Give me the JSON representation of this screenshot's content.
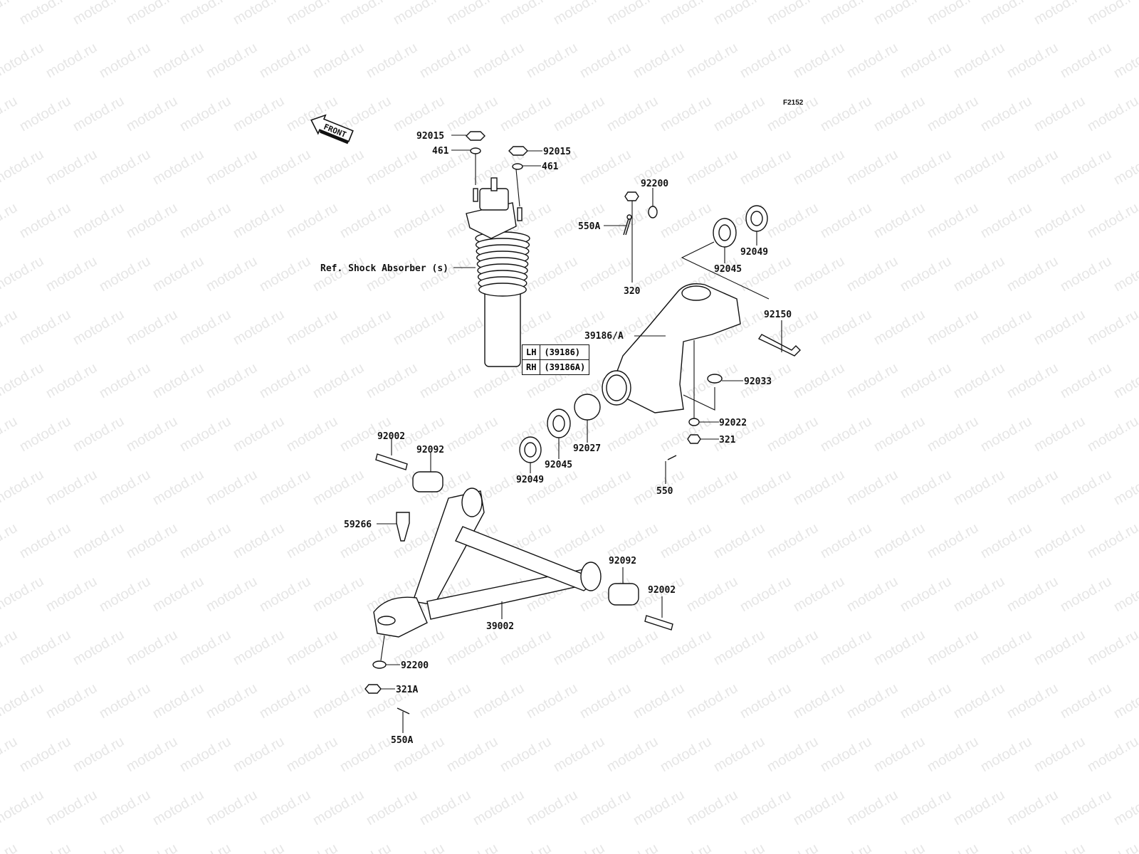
{
  "figure_code": "F2152",
  "front_arrow": {
    "label": "FRONT",
    "icon": "front-arrow-icon"
  },
  "watermark": "motod.ru",
  "reference_note": "Ref. Shock Absorber (s)",
  "variant_table": [
    {
      "side": "LH",
      "part": "(39186)"
    },
    {
      "side": "RH",
      "part": "(39186A)"
    }
  ],
  "labels": {
    "nut_92015_left": "92015",
    "washer_461_left": "461",
    "nut_92015_right": "92015",
    "washer_461_right": "461",
    "cotter_550A_top": "550A",
    "washer_92200_top": "92200",
    "nut_320": "320",
    "bearing_92045_top": "92045",
    "seal_92049_top": "92049",
    "bolt_92150": "92150",
    "knuckle_39186A": "39186/A",
    "circlip_92033": "92033",
    "washer_92022": "92022",
    "nut_321": "321",
    "cotter_550": "550",
    "spacer_92027": "92027",
    "bearing_92045_bottom": "92045",
    "seal_92049_bottom": "92049",
    "bolt_92002_left": "92002",
    "bushing_92092_left": "92092",
    "balljoint_59266": "59266",
    "arm_39002": "39002",
    "bushing_92092_right": "92092",
    "bolt_92002_right": "92002",
    "washer_92200_bottom": "92200",
    "nut_321A": "321A",
    "cotter_550A_bottom": "550A"
  }
}
